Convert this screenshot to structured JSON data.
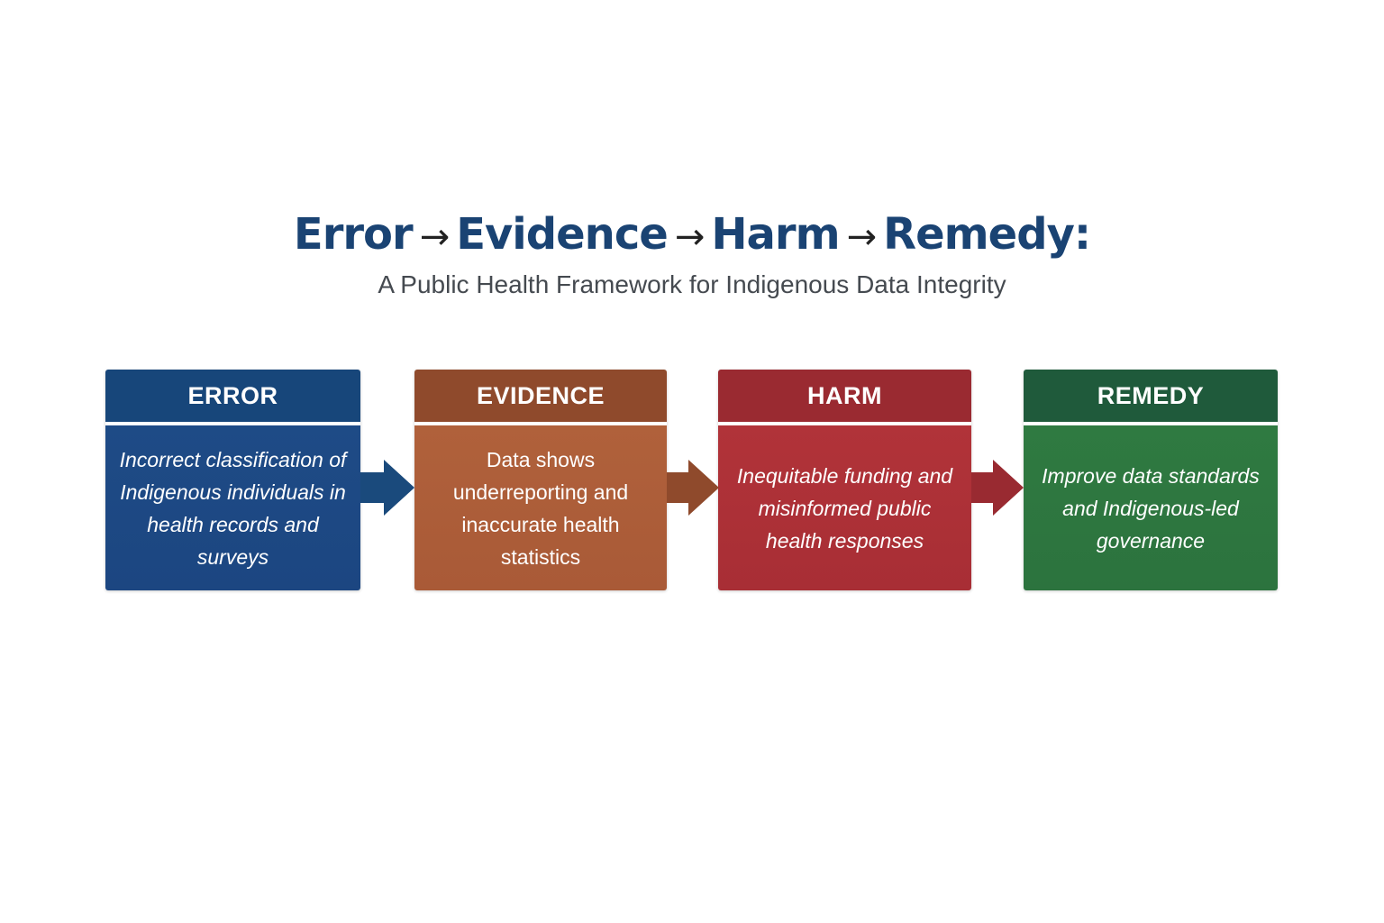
{
  "title": {
    "parts": [
      "Error",
      "Evidence",
      "Harm",
      "Remedy:"
    ],
    "arrow_glyph": "→"
  },
  "subtitle": "A Public Health Framework for Indigenous Data Integrity",
  "stages": [
    {
      "header": "ERROR",
      "text": "Incorrect classification of Indigenous individuals in health records and surveys",
      "header_color": "#17467a",
      "body_color": "#1e4b86"
    },
    {
      "header": "EVIDENCE",
      "text": "Data shows underreporting and inaccurate health statistics",
      "header_color": "#8f4a2c",
      "body_color": "#b0613b"
    },
    {
      "header": "HARM",
      "text": "Inequitable funding and misinformed public health responses",
      "header_color": "#9a2a31",
      "body_color": "#b13339"
    },
    {
      "header": "REMEDY",
      "text": "Improve data standards and Indigenous-led governance",
      "header_color": "#1f5a3b",
      "body_color": "#2f7a41"
    }
  ]
}
